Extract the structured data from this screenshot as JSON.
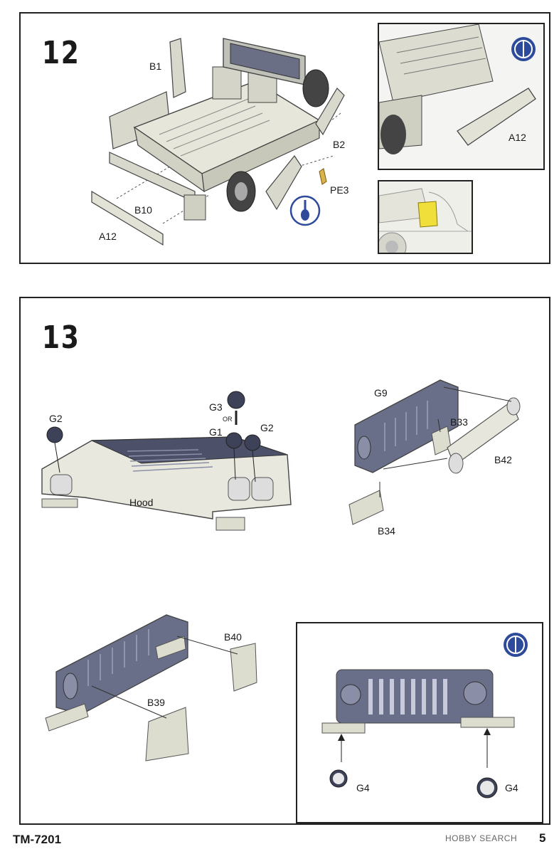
{
  "step12": {
    "number": "12",
    "labels": {
      "b1": "B1",
      "b2": "B2",
      "pe3": "PE3",
      "b10": "B10",
      "a12_main": "A12",
      "a12_inset": "A12"
    }
  },
  "step13": {
    "number": "13",
    "labels": {
      "g2_left": "G2",
      "g3": "G3",
      "or": "OR",
      "g1": "G1",
      "g2_right": "G2",
      "hood": "Hood",
      "g9": "G9",
      "b33": "B33",
      "b42": "B42",
      "b34": "B34",
      "b40": "B40",
      "b39": "B39",
      "g4_left": "G4",
      "g4_right": "G4"
    }
  },
  "footer": {
    "code": "TM-7201",
    "brand": "HOBBY SEARCH",
    "page": "5"
  },
  "colors": {
    "part": "#dcdcd2",
    "clear_part": "#5a5f78",
    "highlight": "#f0df3a",
    "badge": "#2d4a9b"
  }
}
